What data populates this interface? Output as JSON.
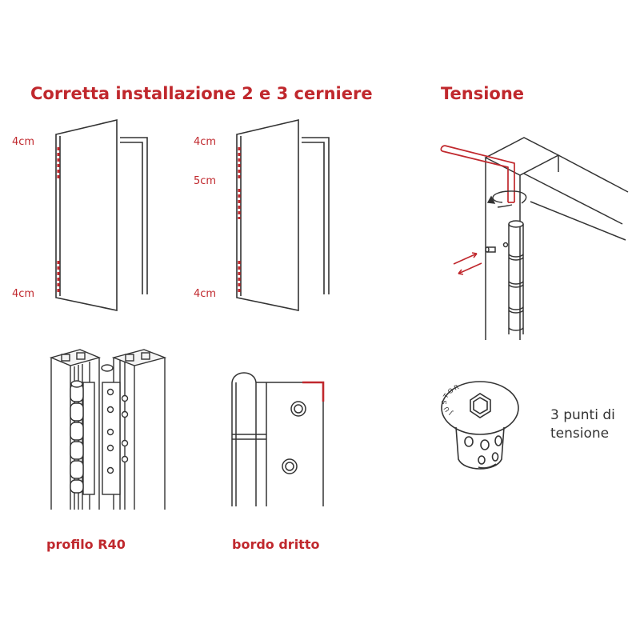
{
  "titles": {
    "installation": "Corretta installazione 2 e 3 cerniere",
    "tension": "Tensione"
  },
  "door_two_hinges": {
    "top_distance": "4cm",
    "bottom_distance": "4cm"
  },
  "door_three_hinges": {
    "top_distance": "4cm",
    "middle_distance": "5cm",
    "bottom_distance": "4cm"
  },
  "captions": {
    "profile": "profilo R40",
    "edge": "bordo dritto"
  },
  "tension_points": {
    "line1": "3 punti di",
    "line2": "tensione"
  },
  "bushing_engraving": "JUSTOR",
  "colors": {
    "accent": "#c0282d",
    "line": "#333333",
    "text": "#333333"
  },
  "icons": [
    "hex-key-icon",
    "rotation-arrow-icon",
    "double-arrow-icon",
    "tension-bushing-icon"
  ]
}
